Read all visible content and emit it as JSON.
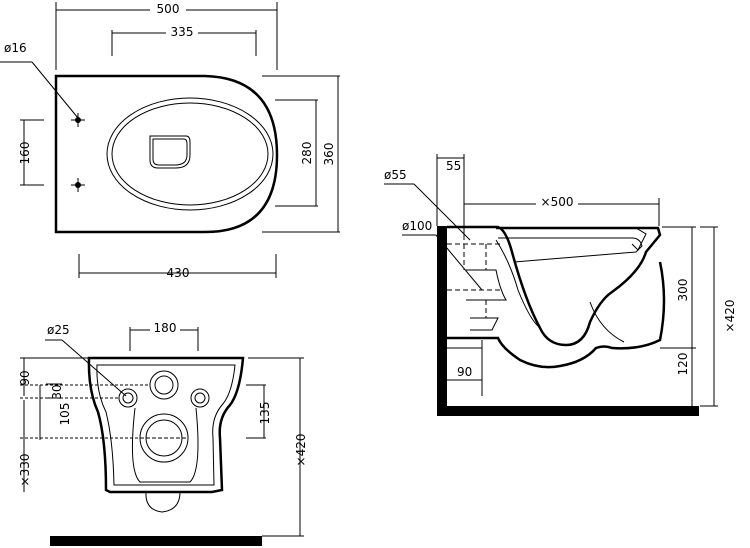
{
  "top_view": {
    "width_total": "500",
    "width_inner": "335",
    "hole_diameter": "ø16",
    "hole_spacing": "160",
    "inner_depth": "280",
    "total_depth": "360",
    "bottom_length": "430"
  },
  "front_view": {
    "hole_diameter": "ø25",
    "top_width": "180",
    "dim_90": "90",
    "dim_30": "30",
    "dim_105": "105",
    "dim_330": "×330",
    "dim_135": "135",
    "dim_420": "×420"
  },
  "side_view": {
    "dim_55": "55",
    "outlet_diameter": "ø55",
    "length": "×500",
    "inlet_diameter": "ø100",
    "bowl_height": "300",
    "total_height": "×420",
    "floor_gap": "120",
    "wall_offset": "90"
  }
}
